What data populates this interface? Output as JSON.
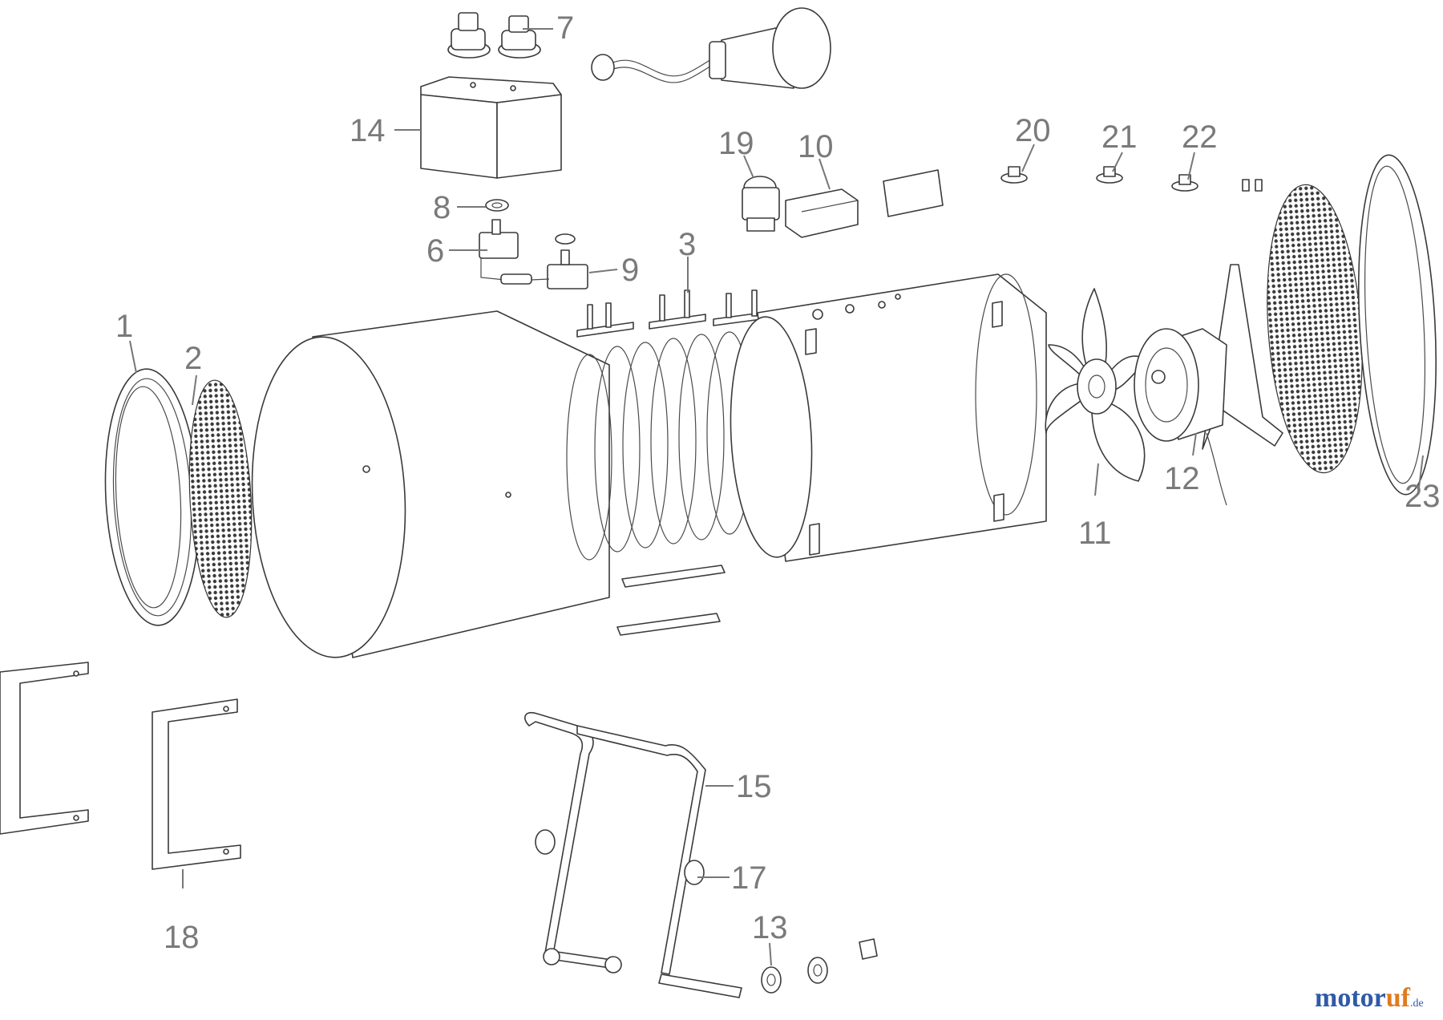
{
  "callouts": [
    "1",
    "2",
    "3",
    "6",
    "7",
    "8",
    "9",
    "10",
    "11",
    "12",
    "13",
    "14",
    "15",
    "17",
    "18",
    "19",
    "20",
    "21",
    "22",
    "23"
  ],
  "logo": {
    "main_a": "motor",
    "main_b": "uf",
    "tld": ".de",
    "colors": {
      "blue": "#2f5aa8",
      "orange": "#e07a1f"
    }
  },
  "label_color": "#7a7a7a"
}
